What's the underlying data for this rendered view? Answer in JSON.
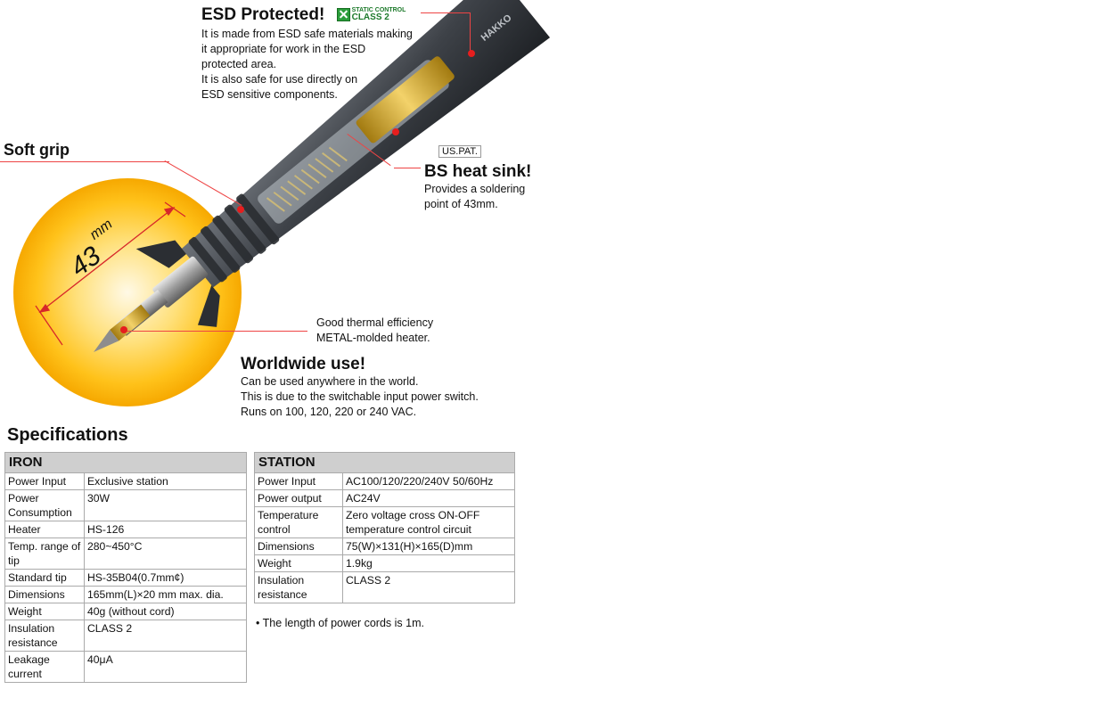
{
  "features": {
    "esd": {
      "title": "ESD Protected!",
      "logo_top": "STATIC CONTROL",
      "logo_bottom": "CLASS 2",
      "lines": [
        "It is made from ESD safe materials making",
        "it appropriate for work in the ESD",
        "protected area.",
        "It is also safe for use directly on",
        "ESD sensitive components."
      ]
    },
    "grip": {
      "title": "Soft grip"
    },
    "heatsink": {
      "badge": "US.PAT.",
      "title": "BS heat sink!",
      "lines": [
        "Provides a soldering",
        "point of 43mm."
      ]
    },
    "heater": {
      "lines": [
        "Good thermal efficiency",
        "METAL-molded heater."
      ]
    },
    "worldwide": {
      "title": "Worldwide use!",
      "lines": [
        "Can be used anywhere in the world.",
        "This is due to the switchable input power switch.",
        "Runs on 100, 120, 220 or 240 VAC."
      ]
    },
    "length_label": {
      "value": "43",
      "unit": "mm"
    },
    "brand_mark": "HAKKO"
  },
  "specs": {
    "heading": "Specifications",
    "iron": {
      "header": "IRON",
      "rows": [
        [
          "Power Input",
          "Exclusive station"
        ],
        [
          "Power Consumption",
          "30W"
        ],
        [
          "Heater",
          "HS-126"
        ],
        [
          "Temp. range of tip",
          "280~450°C"
        ],
        [
          "Standard tip",
          "HS-35B04(0.7mm¢)"
        ],
        [
          "Dimensions",
          "165mm(L)×20 mm max. dia."
        ],
        [
          "Weight",
          "40g (without cord)"
        ],
        [
          "Insulation resistance",
          "CLASS 2"
        ],
        [
          "Leakage current",
          "40μA"
        ]
      ]
    },
    "station": {
      "header": "STATION",
      "rows": [
        [
          "Power Input",
          "AC100/120/220/240V 50/60Hz"
        ],
        [
          "Power output",
          "AC24V"
        ],
        [
          "Temperature control",
          "Zero voltage cross ON-OFF temperature control circuit"
        ],
        [
          "Dimensions",
          "75(W)×131(H)×165(D)mm"
        ],
        [
          "Weight",
          "1.9kg"
        ],
        [
          "Insulation resistance",
          "CLASS 2"
        ]
      ]
    },
    "note": "• The length of power cords is 1m."
  }
}
